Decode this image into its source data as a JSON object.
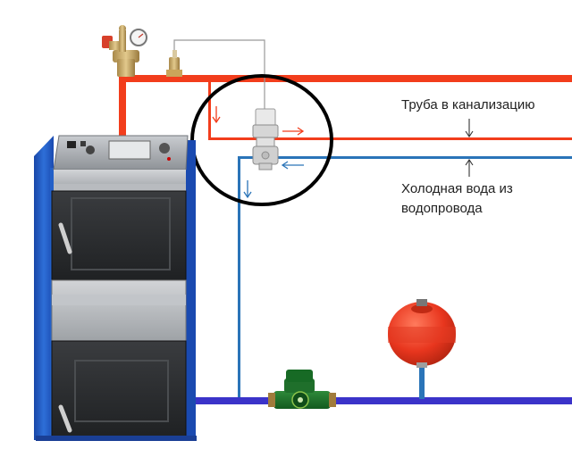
{
  "labels": {
    "sewer_pipe": "Труба в канализацию",
    "cold_water_line1": "Холодная вода из",
    "cold_water_line2": "водопровода"
  },
  "colors": {
    "hot_pipe": "#f23d1c",
    "cold_pipe": "#2a74b8",
    "return_pipe": "#3b33c9",
    "boiler_body": "#2360c8",
    "boiler_panel": "#a3a7ab",
    "expansion_tank": "#e8361e",
    "annotation_circle": "#000000"
  }
}
